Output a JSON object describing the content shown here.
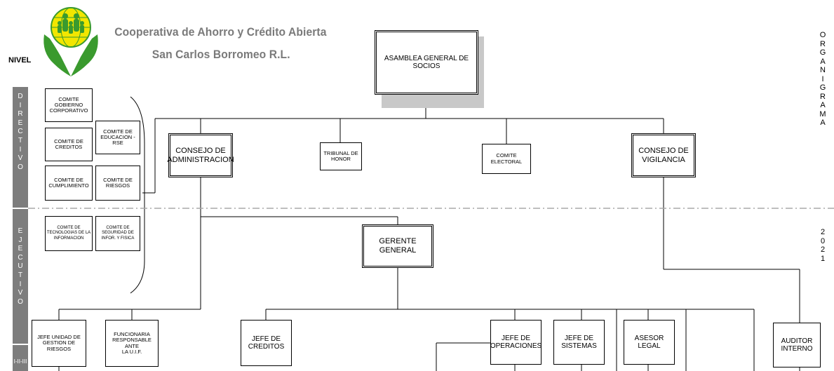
{
  "header": {
    "title_line1": "Cooperativa de Ahorro y Crédito Abierta",
    "title_line2": "San Carlos Borromeo R.L.",
    "nivel_label": "NIVEL",
    "logo_icon": "cooperative-globe-hands-logo"
  },
  "side_title": {
    "organigrama": [
      "O",
      "R",
      "G",
      "A",
      "N",
      "I",
      "G",
      "R",
      "A",
      "M",
      "A"
    ],
    "year": [
      "2",
      "0",
      "2",
      "1"
    ]
  },
  "levels": {
    "directivo": [
      "D",
      "I",
      "R",
      "E",
      "C",
      "T",
      "I",
      "V",
      "O"
    ],
    "ejecutivo": [
      "E",
      "J",
      "E",
      "C",
      "U",
      "T",
      "I",
      "V",
      "O"
    ],
    "bottom": "I-II-III"
  },
  "committees": {
    "gobierno": [
      "COMITE GOBIERNO",
      "CORPORATIVO"
    ],
    "creditos": [
      "COMITE DE",
      "CREDITOS"
    ],
    "educacion": [
      "COMITE DE",
      "EDUCACION -RSE"
    ],
    "cumplimiento": [
      "COMITE DE",
      "CUMPLIMIENTO"
    ],
    "riesgos": [
      "COMITE DE",
      "RIESGOS"
    ],
    "tecnologias": [
      "COMITE DE",
      "TECNOLOGIAS DE LA",
      "INFORMACION"
    ],
    "seguridad": [
      "COMITE DE",
      "SEGURIDAD DE",
      "INFOR. Y FISICA"
    ]
  },
  "nodes": {
    "asamblea": [
      "ASAMBLEA GENERAL DE",
      "SOCIOS"
    ],
    "consejo_admin": [
      "CONSEJO DE",
      "ADMINISTRACION"
    ],
    "tribunal": [
      "TRIBUNAL DE",
      "HONOR"
    ],
    "comite_electoral": [
      "COMITE",
      "ELECTORAL"
    ],
    "consejo_vigilancia": [
      "CONSEJO DE",
      "VIGILANCIA"
    ],
    "gerente": [
      "GERENTE",
      "GENERAL"
    ],
    "jefe_riesgos": [
      "JEFE UNIDAD DE",
      "GESTION DE RIESGOS"
    ],
    "funcionaria_uif": [
      "FUNCIONARIA",
      "RESPONSABLE ANTE",
      "LA U.I.F."
    ],
    "jefe_creditos": [
      "JEFE DE",
      "CREDITOS"
    ],
    "jefe_operaciones": [
      "JEFE DE",
      "OPERACIONES"
    ],
    "jefe_sistemas": [
      "JEFE DE",
      "SISTEMAS"
    ],
    "asesor_legal": [
      "ASESOR",
      "LEGAL"
    ],
    "auditor": [
      "AUDITOR",
      "INTERNO"
    ]
  },
  "colors": {
    "title_gray": "#7a7a7a",
    "band_gray": "#7d7d7d",
    "shadow_gray": "#c8c8c8",
    "dash_gray": "#a8a8a8",
    "logo_green": "#3a9a2e",
    "logo_yellow": "#f2e600"
  }
}
